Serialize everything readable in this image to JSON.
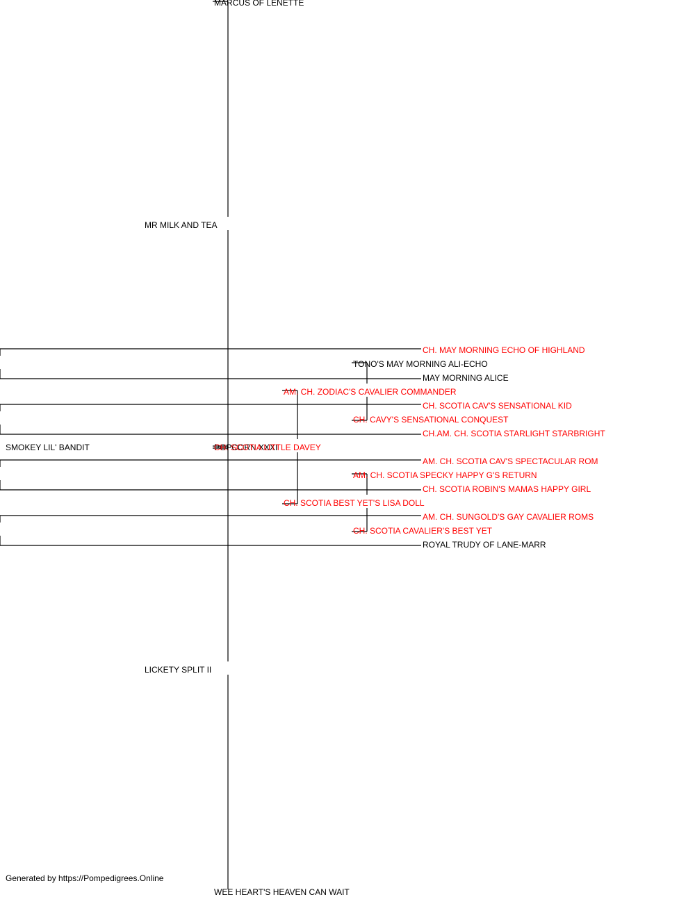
{
  "colors": {
    "champion_text": "#ff0000",
    "normal_text": "#000000",
    "connector_line": "#000000"
  },
  "pedigree": {
    "subject": {
      "name": "SMOKEY LIL' BANDIT",
      "champion": false
    },
    "sire": {
      "name": "MR MILK AND TEA",
      "champion": false,
      "sire": {
        "name": "MARCUS OF LENETTE",
        "champion": false
      },
      "dam": {
        "name": "POPCORN XXXI",
        "champion": false
      }
    },
    "dam": {
      "name": "LICKETY SPLIT II",
      "champion": false,
      "sire": {
        "name": "CH. SCOTIA LITTLE DAVEY",
        "champion": true,
        "sire": {
          "name": "AM. CH. ZODIAC'S CAVALIER COMMANDER",
          "champion": true,
          "sire": {
            "name": "TONO'S MAY MORNING ALI-ECHO",
            "champion": false,
            "sire": {
              "name": "CH. MAY MORNING ECHO OF HIGHLAND",
              "champion": true
            },
            "dam": {
              "name": "MAY MORNING ALICE",
              "champion": false
            }
          },
          "dam": {
            "name": "CH. CAVY'S SENSATIONAL CONQUEST",
            "champion": true,
            "sire": {
              "name": "CH. SCOTIA CAV'S SENSATIONAL KID",
              "champion": true
            },
            "dam": {
              "name": "CH.AM. CH. SCOTIA STARLIGHT STARBRIGHT",
              "champion": true
            }
          }
        },
        "dam": {
          "name": "CH. SCOTIA BEST YET'S LISA DOLL",
          "champion": true,
          "sire": {
            "name": "AM. CH. SCOTIA SPECKY HAPPY G'S RETURN",
            "champion": true,
            "sire": {
              "name": "AM. CH. SCOTIA CAV'S SPECTACULAR ROM",
              "champion": true
            },
            "dam": {
              "name": "CH. SCOTIA ROBIN'S MAMAS HAPPY GIRL",
              "champion": true
            }
          },
          "dam": {
            "name": "CH. SCOTIA CAVALIER'S BEST YET",
            "champion": true,
            "sire": {
              "name": "AM. CH. SUNGOLD'S GAY CAVALIER ROMS",
              "champion": true
            },
            "dam": {
              "name": "ROYAL TRUDY OF LANE-MARR",
              "champion": false
            }
          }
        }
      },
      "dam": {
        "name": "WEE HEART'S HEAVEN CAN WAIT",
        "champion": false
      }
    }
  },
  "footer": {
    "text": "Generated by https://Pompedigrees.Online"
  }
}
